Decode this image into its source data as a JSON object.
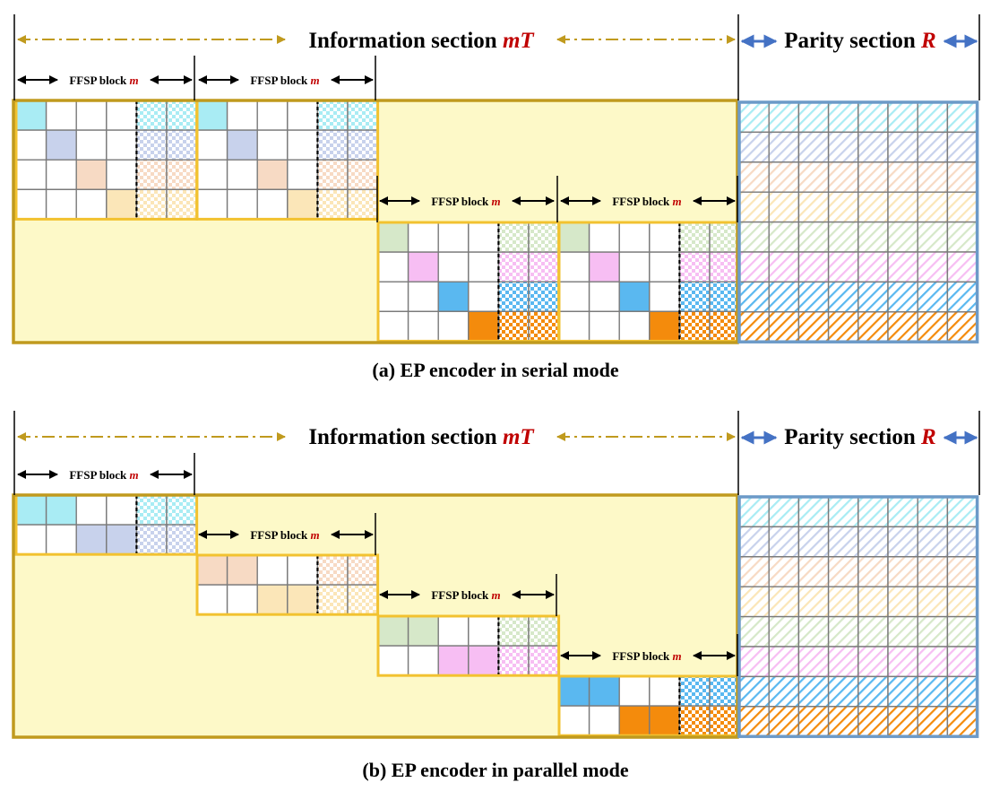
{
  "panels": [
    {
      "id": "serial",
      "caption": "(a) EP encoder in serial mode",
      "info_label": "Information section ",
      "info_var": "mT",
      "parity_label": "Parity section ",
      "parity_var": "R",
      "block_label": "FFSP block ",
      "block_var": "m",
      "block_count": 4,
      "block_rows": 4,
      "block_cols": 6,
      "parity_rows": 8,
      "parity_cols": 8
    },
    {
      "id": "parallel",
      "caption": "(b) EP encoder in parallel mode",
      "info_label": "Information section ",
      "info_var": "mT",
      "parity_label": "Parity section ",
      "parity_var": "R",
      "block_label": "FFSP block ",
      "block_var": "m",
      "block_count": 4,
      "block_rows": 2,
      "block_cols": 6,
      "parity_rows": 8,
      "parity_cols": 8
    }
  ],
  "colors": {
    "background_fill": "#fdf9c8",
    "section_border": "#c09a1e",
    "block_border": "#f2c230",
    "parity_border": "#6c9ac8",
    "grid_line": "#7a7a7a",
    "info_arrow": "#c09a1e",
    "parity_arrow": "#4472c4",
    "variable_text": "#c00000",
    "row_colors": [
      "#a9ecf4",
      "#c8d2ec",
      "#f7dac4",
      "#fbe6b8",
      "#d6e8c9",
      "#f7bef3",
      "#5ab8f0",
      "#f48b0c"
    ]
  }
}
